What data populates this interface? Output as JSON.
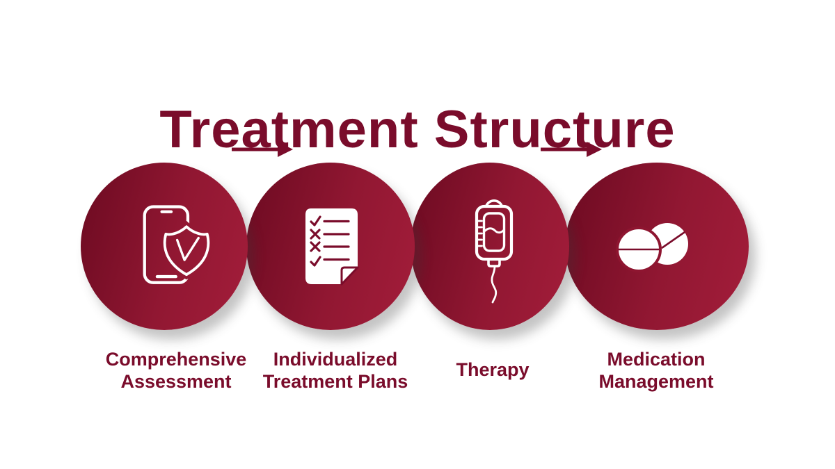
{
  "title": "Treatment Structure",
  "colors": {
    "accent_dark": "#6C0A21",
    "accent": "#911732",
    "accent_bright": "#A31D3A",
    "text": "#7A0C2B",
    "icon_stroke": "#FFFFFF",
    "background": "#FFFFFF"
  },
  "arrows": [
    {
      "icon": "arrow-right-icon"
    },
    {
      "icon": "arrow-right-icon"
    }
  ],
  "steps": [
    {
      "label": "Comprehensive Assessment",
      "label_lines": [
        "Comprehensive",
        "Assessment"
      ],
      "icon": "phone-shield-check-icon"
    },
    {
      "label": "Individualized Treatment Plans",
      "label_lines": [
        "Individualized",
        "Treatment Plans"
      ],
      "icon": "checklist-document-icon"
    },
    {
      "label": "Therapy",
      "label_lines": [
        "Therapy"
      ],
      "icon": "iv-drip-bag-icon"
    },
    {
      "label": "Medication Management",
      "label_lines": [
        "Medication",
        "Management"
      ],
      "icon": "pills-icon"
    }
  ]
}
